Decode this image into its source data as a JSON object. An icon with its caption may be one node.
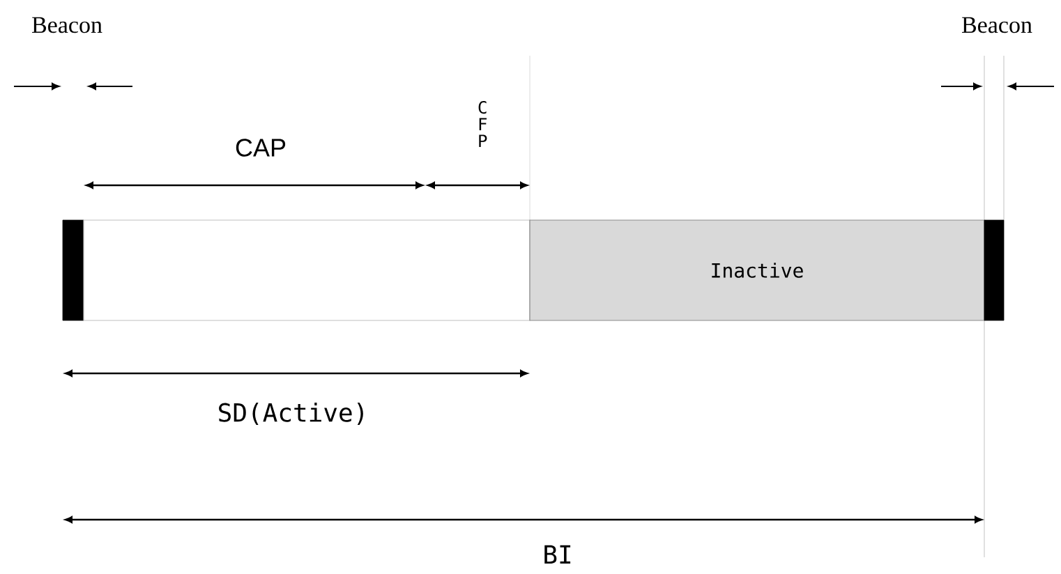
{
  "diagram": {
    "nodes": [
      {
        "text": [],
        "shape": "bar"
      },
      {
        "text": [],
        "shape": "box"
      },
      {
        "text": [
          "Inactive"
        ]
      },
      {
        "text": [],
        "shape": "bar"
      }
    ],
    "labels": [
      "Beacon",
      "Beacon",
      "CAP",
      "C F P",
      "SD(Active)",
      "BI"
    ]
  }
}
